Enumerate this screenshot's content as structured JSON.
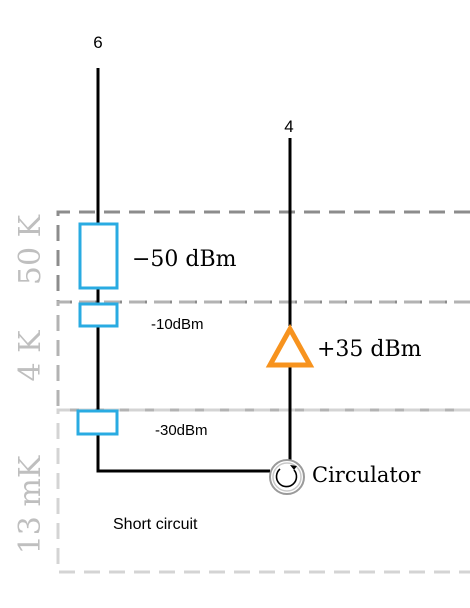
{
  "line_labels": {
    "left": "6",
    "right": "4"
  },
  "stages": {
    "stage_50k": "50 K",
    "stage_4k": "4 K",
    "stage_13mk": "13 mK"
  },
  "attenuators": {
    "att_50k": "−50 dBm",
    "att_4k": "-10dBm",
    "att_13mk": "-30dBm"
  },
  "amplifier": {
    "gain": "+35 dBm"
  },
  "circulator": {
    "label": "Circulator"
  },
  "termination": {
    "label": "Short circuit"
  },
  "colors": {
    "attenuator": "#29abe2",
    "amplifier": "#f7931e",
    "wire": "#000000",
    "stage_50k_border": "#8c8c8c",
    "stage_4k_border": "#b3b3b3",
    "stage_13mk_border": "#d4d4d4",
    "stage_label": "#bfbfbf"
  }
}
